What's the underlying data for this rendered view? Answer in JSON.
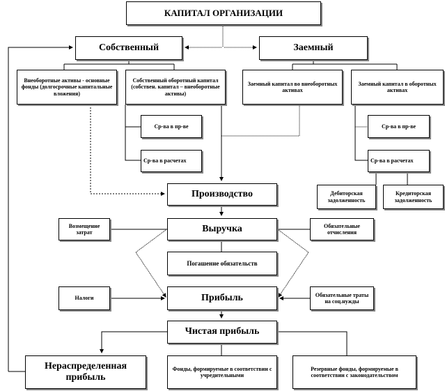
{
  "title": "КАПИТАЛ ОРГАНИЗАЦИИ",
  "own": "Собственный",
  "borrowed": "Заемный",
  "own_fixed": "Внеоборотные активы - основные фонды (долгосрочные капитальные вложения)",
  "own_working": "Собственный оборотный капитал (собствен. капитал – внеоборотные активы)",
  "borrowed_fixed": "Заемный капитал во внеоборотных активах",
  "borrowed_working": "Заемный капитал в оборотных активах",
  "left_production_funds": "Ср-ва в пр-ве",
  "left_settlement_funds": "Ср-ва в расчетах",
  "right_production_funds": "Ср-ва в пр-ве",
  "right_settlement_funds": "Ср-ва в расчетах",
  "receivables": "Дебиторская задолженность",
  "payables": "Кредиторская задолженность",
  "production": "Производство",
  "revenue": "Выручка",
  "cost_recovery": "Возмещение затрат",
  "mandatory_deductions": "Обязательные отчисления",
  "debt_repayment": "Погашение обязательств",
  "taxes": "Налоги",
  "profit": "Прибыль",
  "social_expenses": "Обязательные траты на соц.нужды",
  "net_profit": "Чистая прибыль",
  "retained_earnings": "Нераспределенная прибыль",
  "founder_funds": "Фонды, формируемые в соответствии с учредительными",
  "reserve_funds": "Резервные фонды, формируемые в соответствии с законодательством"
}
